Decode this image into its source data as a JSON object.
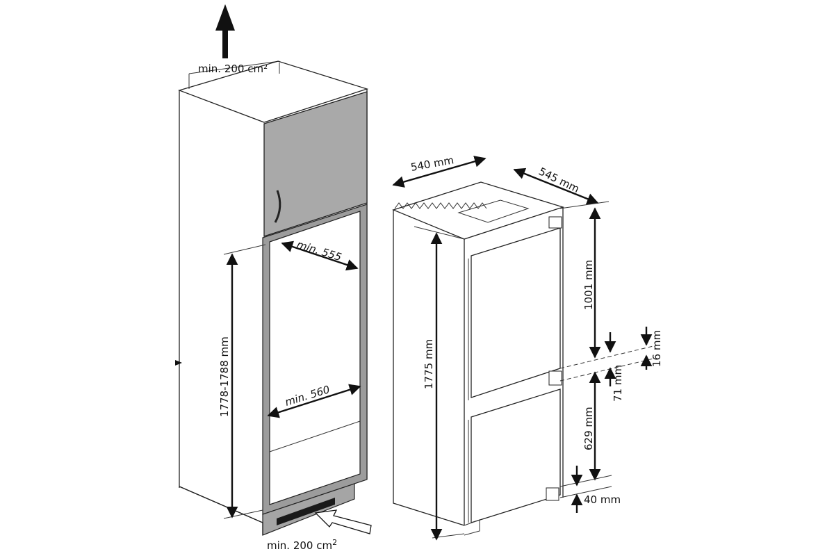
{
  "cabinet": {
    "top_vent_label": "min. 200 cm²",
    "bottom_vent_label_base": "min. 200 cm",
    "bottom_vent_label_sup": "2",
    "niche_depth_label": "min. 555",
    "niche_width_label": "min. 560",
    "niche_height_label": "1778-1788 mm",
    "door_color": "#a9a9a9"
  },
  "appliance": {
    "width_label": "540 mm",
    "depth_label": "545 mm",
    "height_label": "1775 mm",
    "upper_door_label": "1001 mm",
    "lower_door_label": "629 mm",
    "gap_label": "71 mm",
    "offset_label": "16 mm",
    "bottom_label": "40 mm"
  }
}
